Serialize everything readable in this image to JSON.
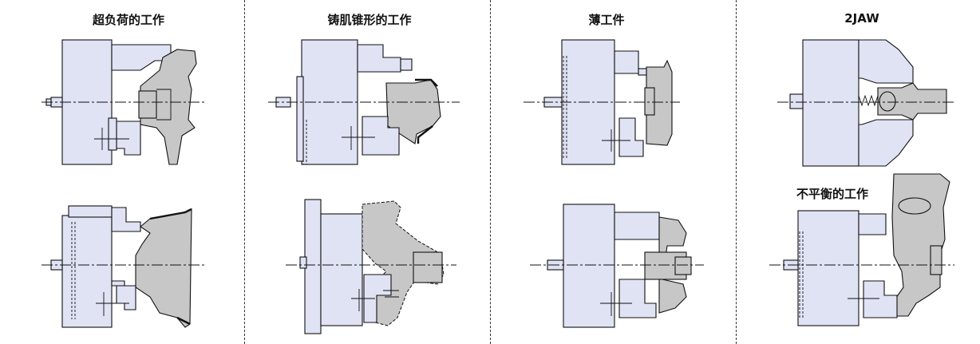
{
  "panels": [
    {
      "title": "超负荷的工作"
    },
    {
      "title": "铸肌锥形的工作"
    },
    {
      "title": "薄工件"
    },
    {
      "title": "2JAW"
    }
  ],
  "extra_label": "不平衡的工作",
  "colors": {
    "chuck": "#dfe3f4",
    "workpiece": "#c7c7c7",
    "outline": "#111111"
  }
}
